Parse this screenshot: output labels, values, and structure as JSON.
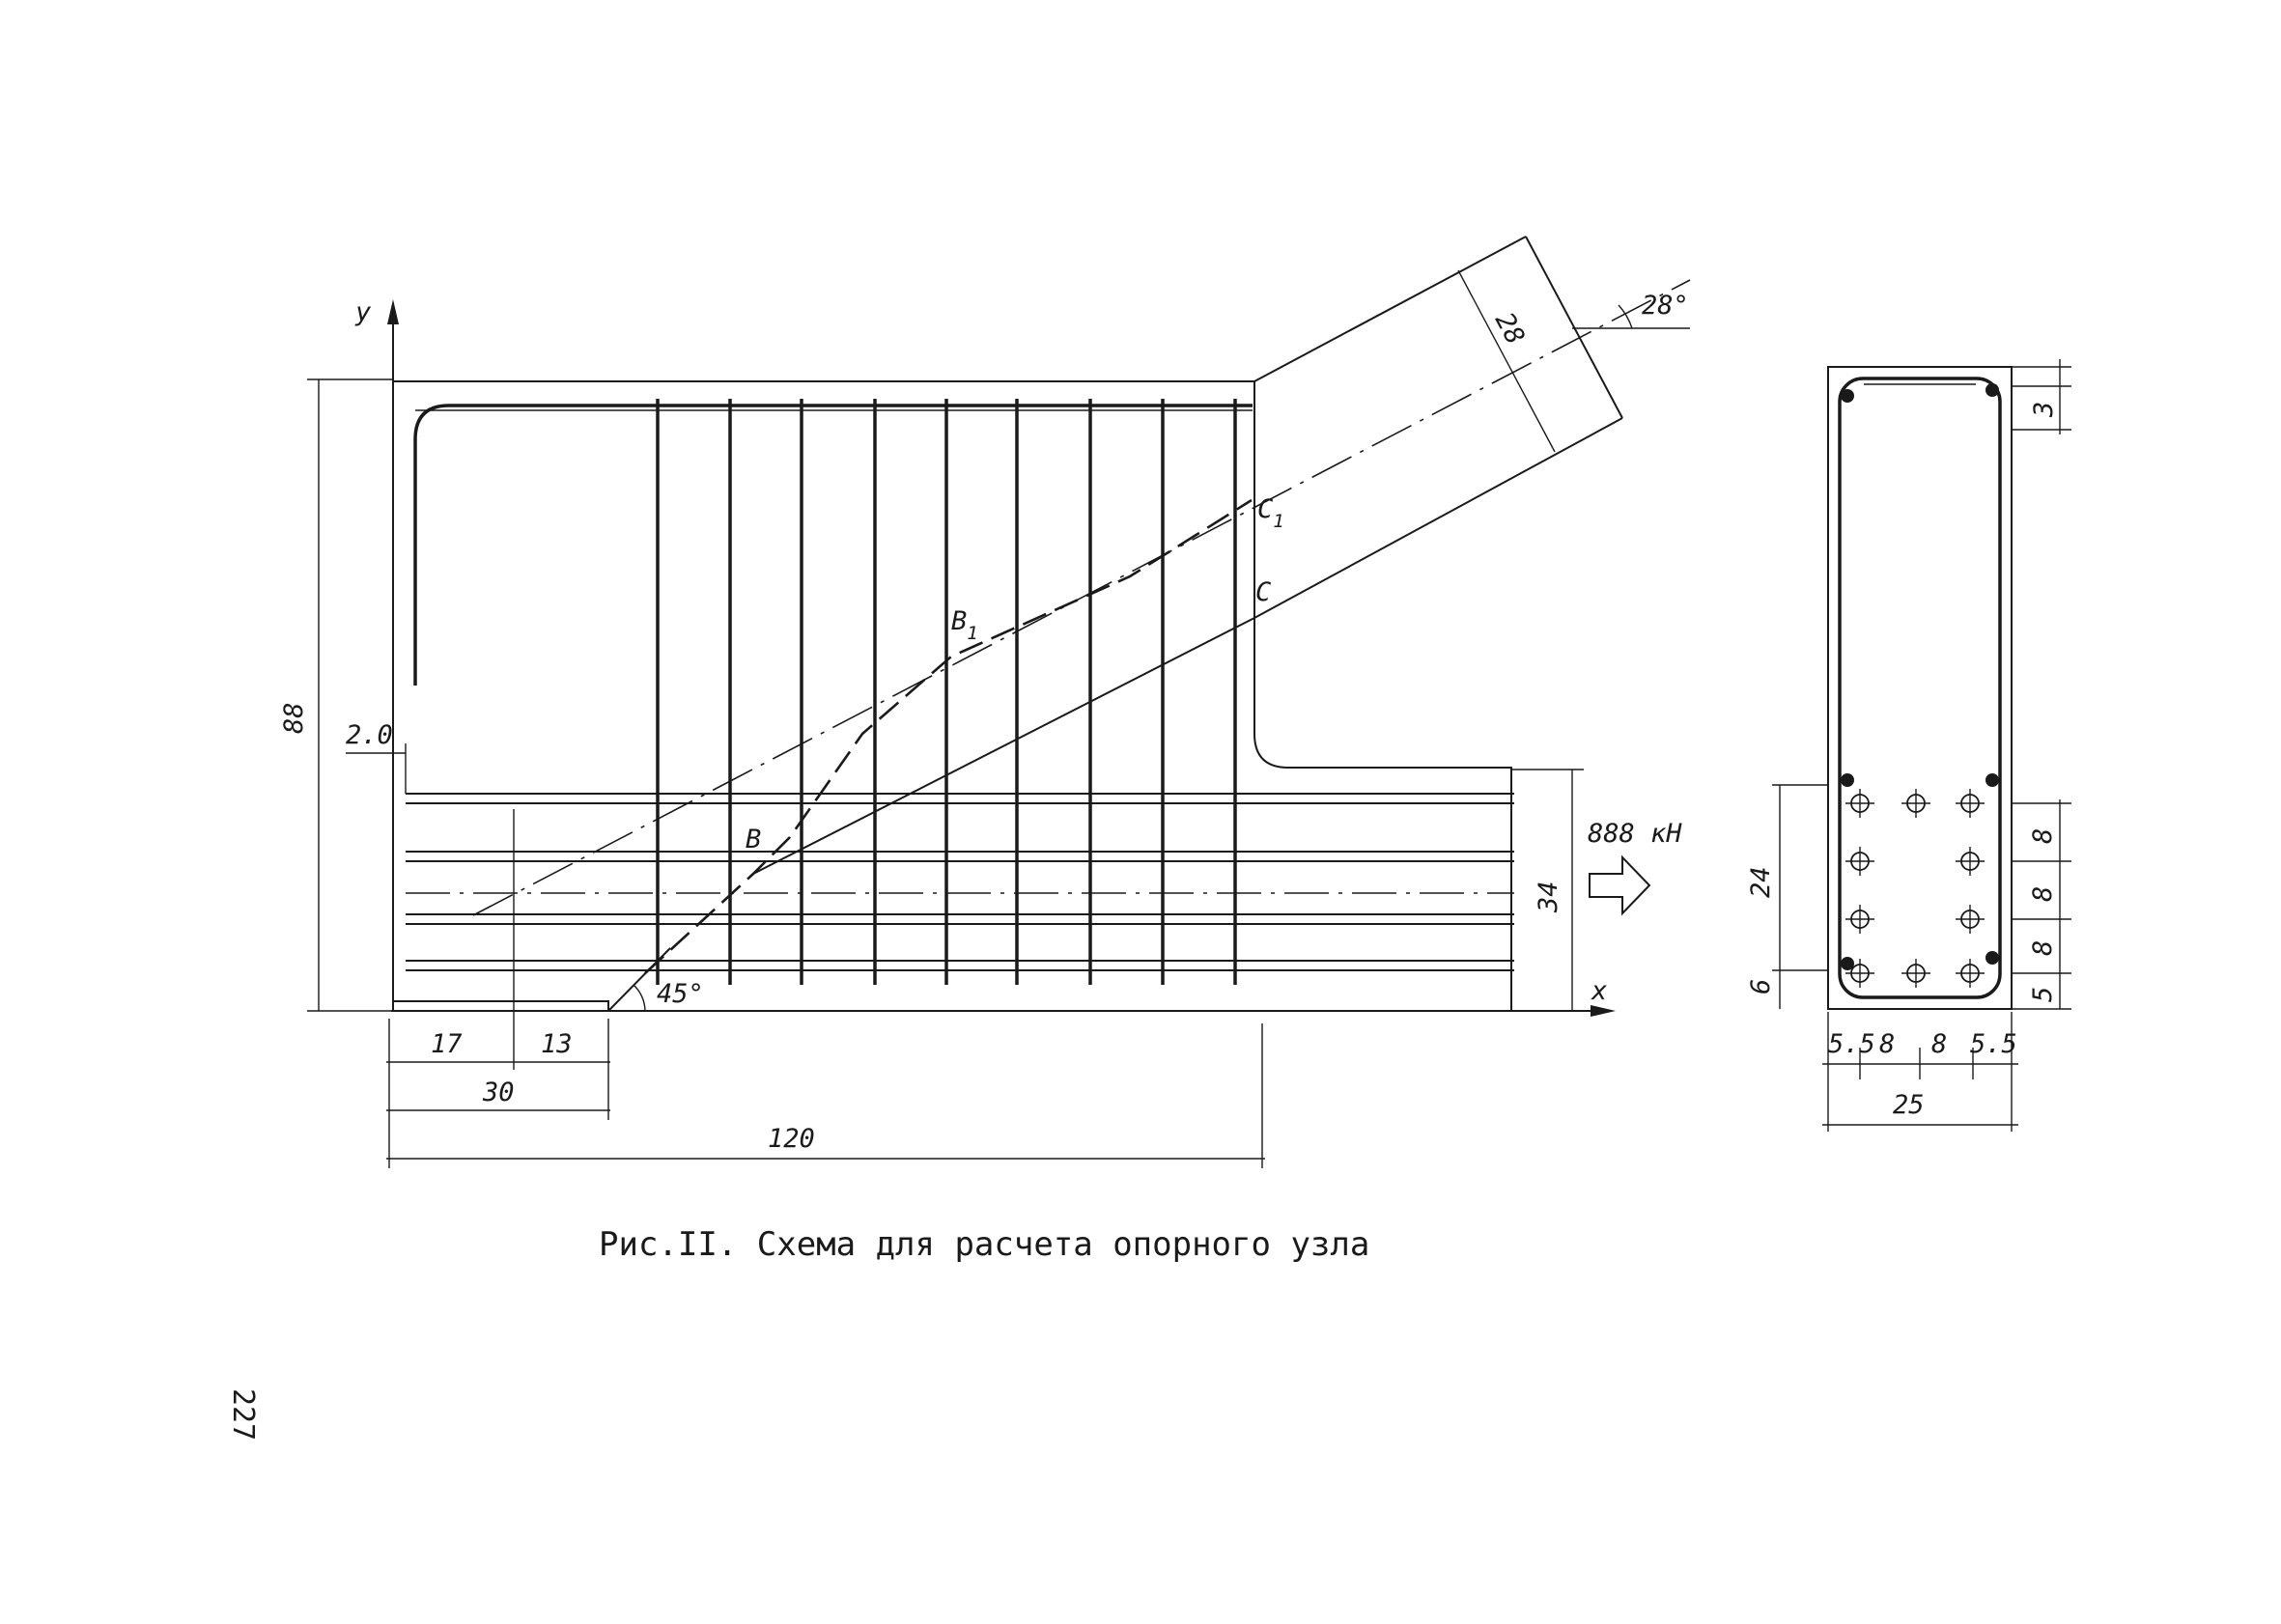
{
  "caption": "Рис.II. Схема для расчета опорного узла",
  "page_number": "227",
  "axis_labels": {
    "y": "y",
    "x": "x"
  },
  "points": {
    "b": "B",
    "b1": "B",
    "b1_sub": "1",
    "c": "C",
    "c1": "C",
    "c1_sub": "1"
  },
  "angles": {
    "strut": "28°",
    "crack": "45°"
  },
  "force": "888 кН",
  "dimensions": {
    "height_total": "88",
    "offset_top": "2.0",
    "bottom_zone": "34",
    "strut_width": "28",
    "d17": "17",
    "d13": "13",
    "d30": "30",
    "d120": "120"
  },
  "section": {
    "cover_top": "3",
    "zone_24": "24",
    "bottom_6": "6",
    "spacing_8a": "8",
    "spacing_8b": "8",
    "spacing_8c": "8",
    "bottom_5": "5",
    "w_55a": "5.5",
    "w_8a": "8",
    "w_8b": "8",
    "w_55b": "5.5",
    "width_25": "25"
  }
}
